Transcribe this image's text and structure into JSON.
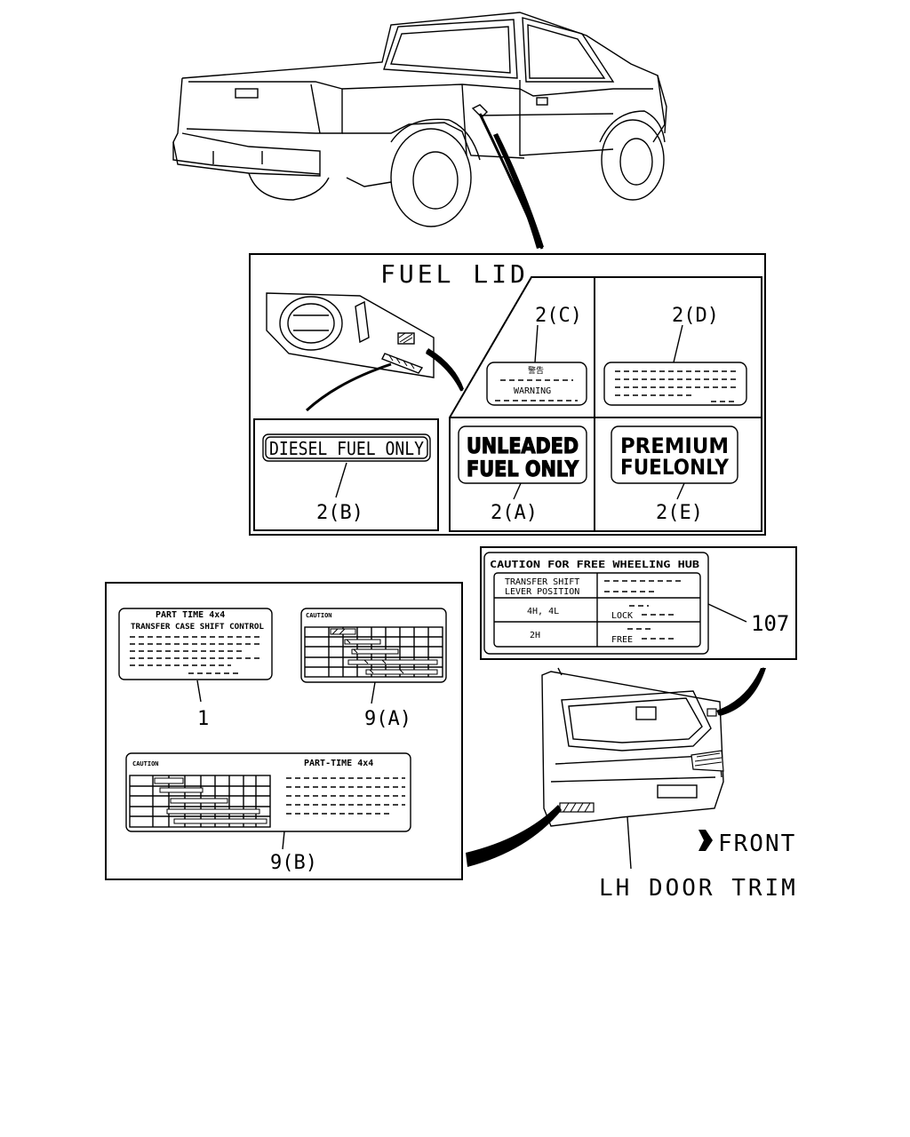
{
  "fuel_lid": {
    "title": "FUEL LID",
    "decal_2b_text": "DIESEL FUEL ONLY",
    "decal_2a_line1": "UNLEADED",
    "decal_2a_line2": "FUEL ONLY",
    "decal_2e_line1": "PREMIUM",
    "decal_2e_line2": "FUELONLY",
    "decal_2c_text": "WARNING",
    "decal_2c_kanji": "警告",
    "ref_2a": "2(A)",
    "ref_2b": "2(B)",
    "ref_2c": "2(C)",
    "ref_2d": "2(D)",
    "ref_2e": "2(E)"
  },
  "hub_label": {
    "title": "CAUTION FOR FREE WHEELING HUB",
    "row1_line1": "TRANSFER SHIFT",
    "row1_line2": "LEVER POSITION",
    "row2": "4H, 4L",
    "row2_value": "LOCK",
    "row3": "2H",
    "row3_value": "FREE",
    "ref": "107"
  },
  "lower_panel": {
    "label1_title": "PART TIME 4x4",
    "label1_subtitle": "TRANSFER CASE SHIFT CONTROL",
    "ref_1": "1",
    "label9a_title": "CAUTION",
    "ref_9a": "9(A)",
    "label9b_caution": "CAUTION",
    "label9b_title": "PART-TIME 4x4",
    "ref_9b": "9(B)"
  },
  "door": {
    "front_label": "FRONT",
    "trim_label": "LH DOOR TRIM"
  }
}
